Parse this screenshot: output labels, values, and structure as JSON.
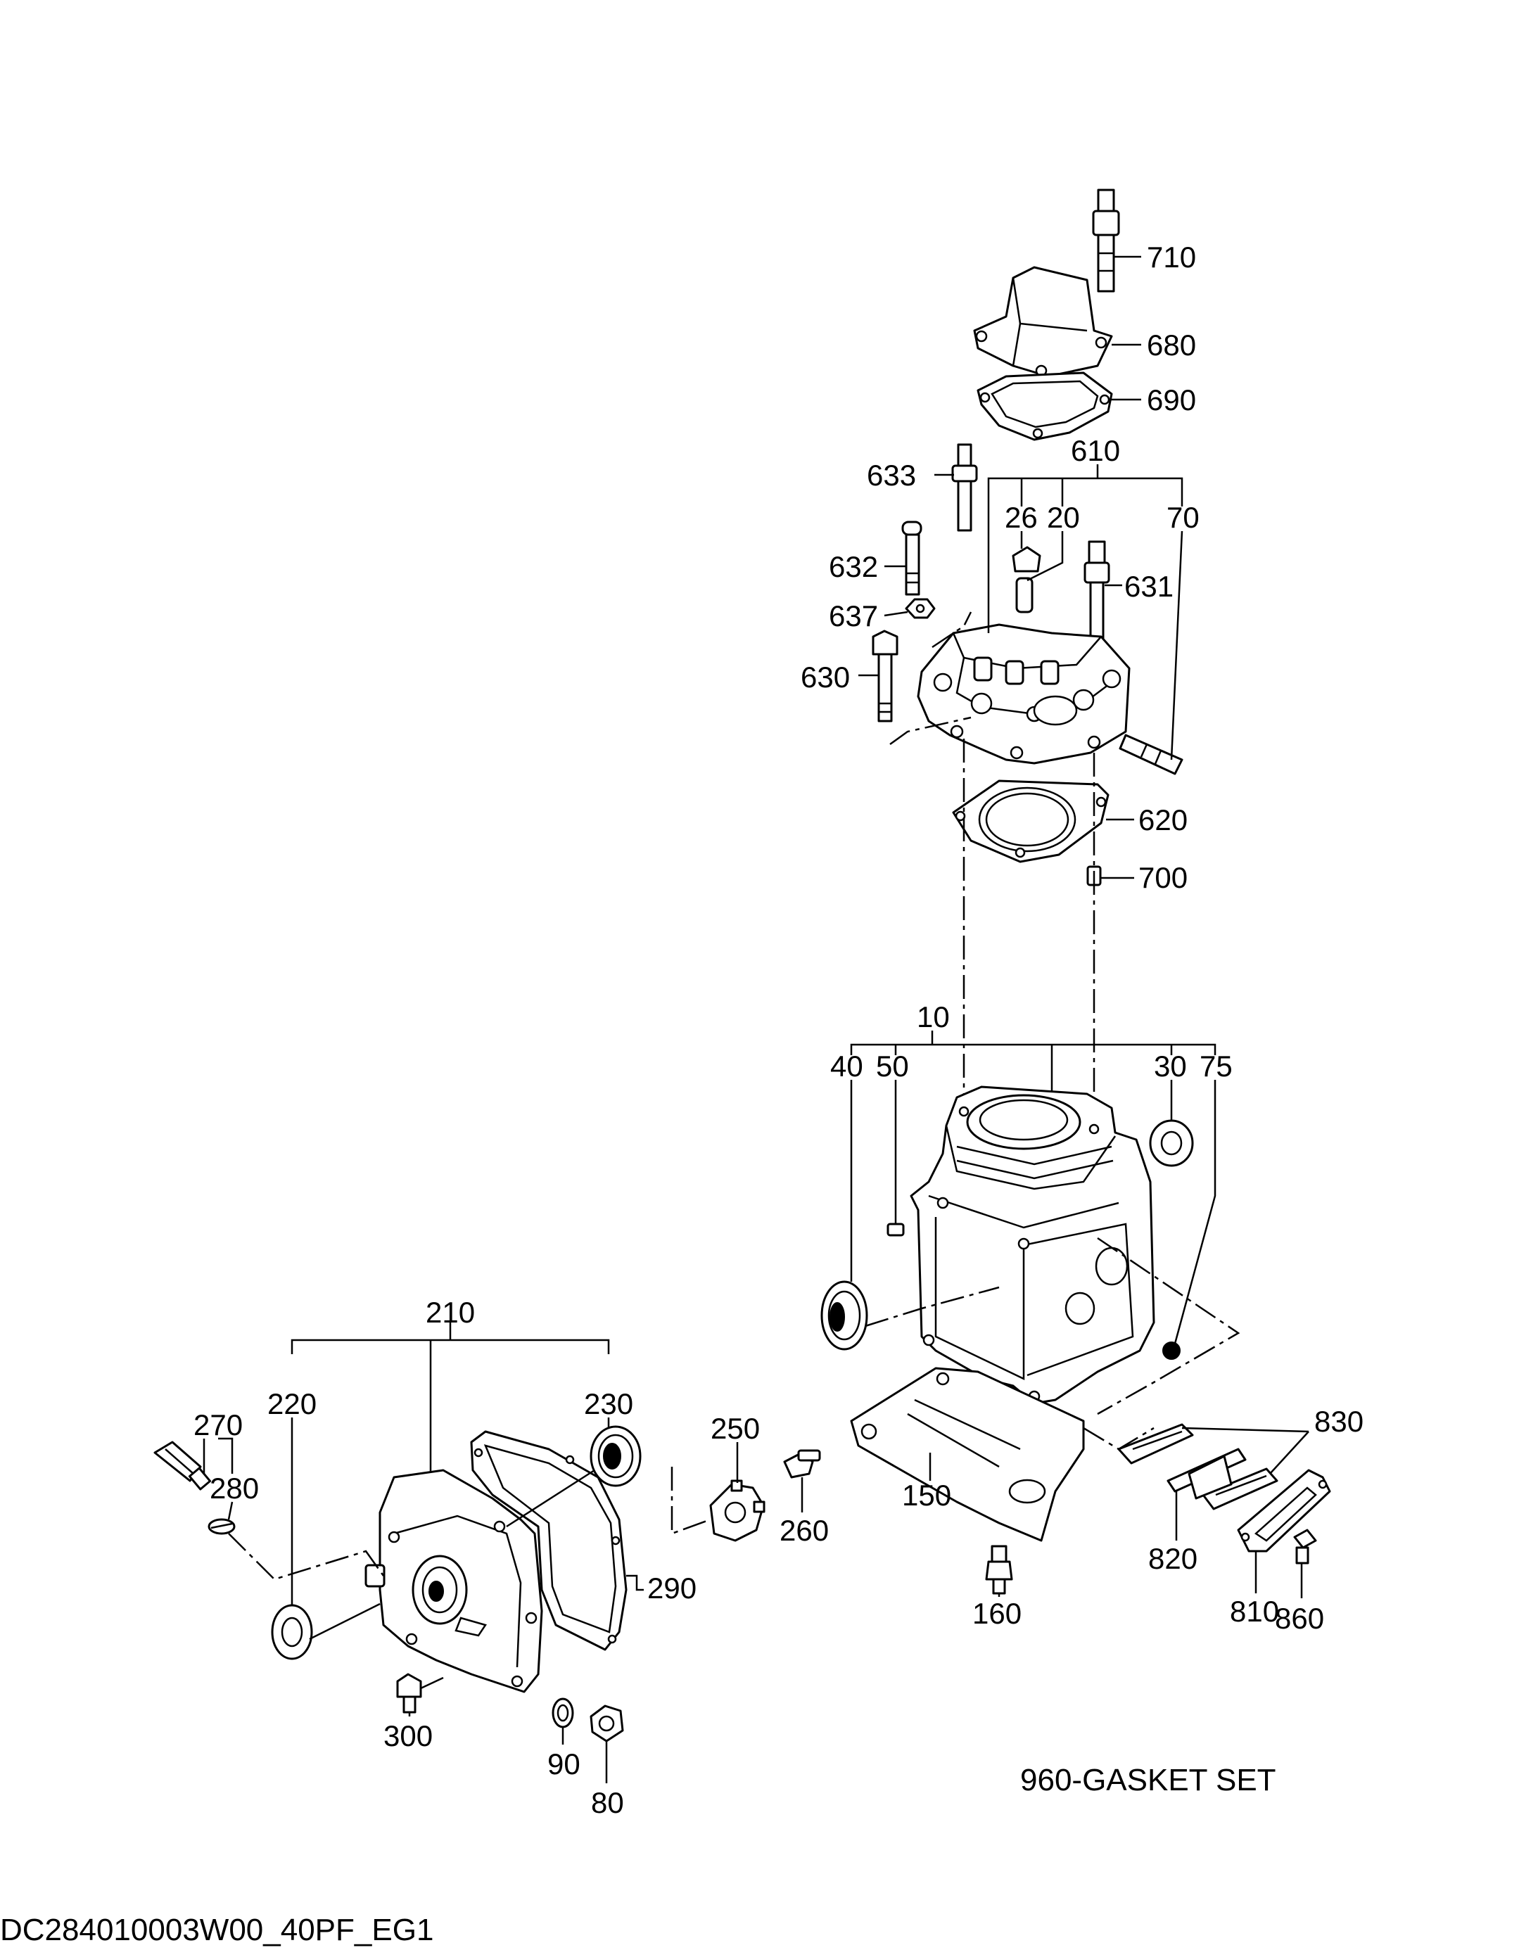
{
  "callouts": {
    "c710": "710",
    "c680": "680",
    "c690": "690",
    "c610": "610",
    "c633": "633",
    "c26": "26",
    "c20": "20",
    "c70": "70",
    "c632": "632",
    "c631": "631",
    "c637": "637",
    "c630": "630",
    "c620": "620",
    "c700": "700",
    "c10": "10",
    "c40": "40",
    "c50": "50",
    "c30": "30",
    "c75": "75",
    "c210": "210",
    "c220": "220",
    "c230": "230",
    "c270": "270",
    "c280": "280",
    "c250": "250",
    "c260": "260",
    "c290": "290",
    "c300": "300",
    "c90": "90",
    "c80": "80",
    "c150": "150",
    "c160": "160",
    "c830": "830",
    "c820": "820",
    "c810": "810",
    "c860": "860"
  },
  "gasket_set_note": "960-GASKET SET",
  "drawing_code": "DC284010003W00_40PF_EG1"
}
